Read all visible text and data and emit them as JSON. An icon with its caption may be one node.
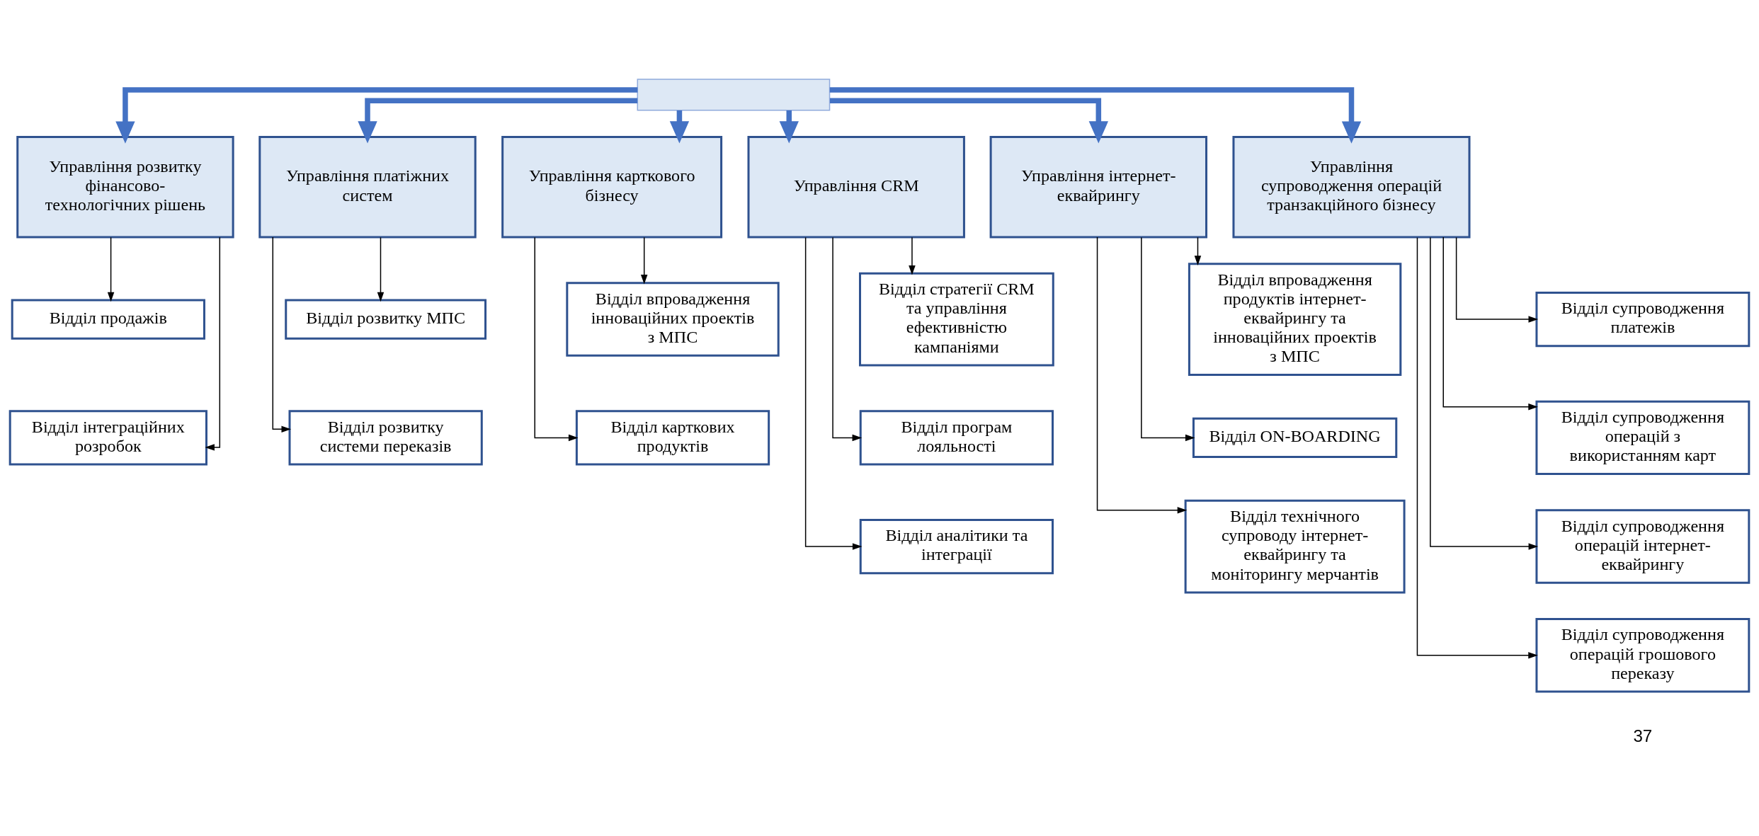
{
  "diagram": {
    "nodes": [
      {
        "text": [],
        "shape": "box"
      },
      {
        "text": [
          "Управління розвитку фінансово-технологічних рішень"
        ]
      },
      {
        "text": [
          "Відділ продажів"
        ]
      },
      {
        "text": [
          "Відділ інтеграційних розробок"
        ]
      },
      {
        "text": [
          "Управління платіжних систем"
        ]
      },
      {
        "text": [
          "Відділ розвитку МПС"
        ]
      },
      {
        "text": [
          "Відділ розвитку системи переказів"
        ]
      },
      {
        "text": [
          "Управління карткового бізнесу"
        ]
      },
      {
        "text": [
          "Відділ впровадження інноваційних проектів з МПС"
        ]
      },
      {
        "text": [
          "Відділ карткових продуктів"
        ]
      },
      {
        "text": [
          "Управління CRM"
        ]
      },
      {
        "text": [
          "Відділ стратегії CRM та управління ефективністю кампаніями"
        ]
      },
      {
        "text": [
          "Відділ програм лояльності"
        ]
      },
      {
        "text": [
          "Відділ аналітики та інтеграції"
        ]
      },
      {
        "text": [
          "Управління інтернет-еквайрингу"
        ]
      },
      {
        "text": [
          "Відділ впровадження продуктів інтернет-еквайрингу та інноваційних проектів з МПС"
        ]
      },
      {
        "text": [
          "Відділ ON-BOARDING"
        ]
      },
      {
        "text": [
          "Відділ технічного супроводу інтернет-еквайрингу та моніторингу мерчантів"
        ]
      },
      {
        "text": [
          "Управління супроводження операцій транзакційного бізнесу"
        ]
      },
      {
        "text": [
          "Відділ супроводження платежів"
        ]
      },
      {
        "text": [
          "Відділ супроводження операцій з використанням карт"
        ]
      },
      {
        "text": [
          "Відділ супроводження операцій інтернет-еквайрингу"
        ]
      },
      {
        "text": [
          "Відділ супроводження операцій грошового переказу"
        ]
      }
    ],
    "edges": [
      {
        "from": 0,
        "to": 1,
        "arrow": "to",
        "style": "thick",
        "color": "#4472c4"
      },
      {
        "from": 0,
        "to": 4,
        "arrow": "to",
        "style": "thick",
        "color": "#4472c4"
      },
      {
        "from": 0,
        "to": 7,
        "arrow": "to",
        "style": "thick",
        "color": "#4472c4"
      },
      {
        "from": 0,
        "to": 10,
        "arrow": "to",
        "style": "thick",
        "color": "#4472c4"
      },
      {
        "from": 0,
        "to": 14,
        "arrow": "to",
        "style": "thick",
        "color": "#4472c4"
      },
      {
        "from": 0,
        "to": 18,
        "arrow": "to",
        "style": "thick",
        "color": "#4472c4"
      },
      {
        "from": 1,
        "to": 2,
        "arrow": "to"
      },
      {
        "from": 1,
        "to": 3,
        "arrow": "to"
      },
      {
        "from": 4,
        "to": 5,
        "arrow": "to"
      },
      {
        "from": 4,
        "to": 6,
        "arrow": "to"
      },
      {
        "from": 7,
        "to": 8,
        "arrow": "to"
      },
      {
        "from": 7,
        "to": 9,
        "arrow": "to"
      },
      {
        "from": 10,
        "to": 11,
        "arrow": "to"
      },
      {
        "from": 10,
        "to": 12,
        "arrow": "to"
      },
      {
        "from": 10,
        "to": 13,
        "arrow": "to"
      },
      {
        "from": 14,
        "to": 15,
        "arrow": "to"
      },
      {
        "from": 14,
        "to": 16,
        "arrow": "to"
      },
      {
        "from": 14,
        "to": 17,
        "arrow": "to"
      },
      {
        "from": 18,
        "to": 19,
        "arrow": "to"
      },
      {
        "from": 18,
        "to": 20,
        "arrow": "to"
      },
      {
        "from": 18,
        "to": 21,
        "arrow": "to"
      },
      {
        "from": 18,
        "to": 22,
        "arrow": "to"
      }
    ],
    "labels": [
      "37"
    ]
  }
}
